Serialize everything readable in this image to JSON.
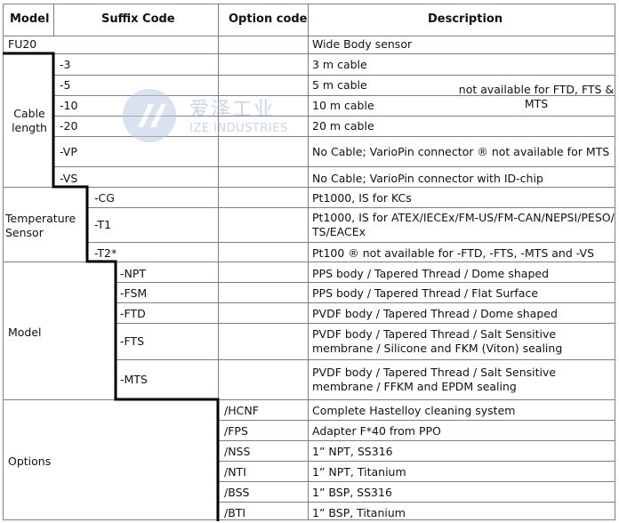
{
  "headers": {
    "model": "Model",
    "suffix": "Suffix Code",
    "option": "Option code",
    "description": "Description"
  },
  "fu20": {
    "model": "FU20",
    "description": "Wide Body sensor"
  },
  "cable": {
    "group": "Cable length",
    "codes": [
      "-3",
      "-5",
      "-10",
      "-20",
      "-VP",
      "-VS"
    ],
    "descriptions": [
      "3 m cable",
      "5 m cable",
      "10 m cable",
      "20 m cable",
      "No Cable; VarioPin connector ® not available for MTS",
      "No Cable; VarioPin connector with ID-chip"
    ],
    "note": "not available for FTD, FTS & MTS"
  },
  "temperature": {
    "group": "Temperature Sensor",
    "codes": [
      "-CG",
      "-T1",
      "-T2*"
    ],
    "descriptions": [
      "Pt1000, IS for KCs",
      "Pt1000, IS for ATEX/IECEx/FM-US/FM-CAN/NEPSI/PESO/ TS/EACEx",
      "Pt100 ® not available for -FTD, -FTS, -MTS and -VS"
    ]
  },
  "model": {
    "group": "Model",
    "codes": [
      "-NPT",
      "-FSM",
      "-FTD",
      "-FTS",
      "-MTS"
    ],
    "descriptions": [
      "PPS body / Tapered Thread / Dome shaped",
      "PPS body / Tapered Thread / Flat Surface",
      "PVDF body / Tapered Thread / Dome shaped",
      "PVDF body / Tapered Thread / Salt Sensitive membrane / Silicone and FKM (Viton) sealing",
      "PVDF body / Tapered Thread / Salt Sensitive membrane / FFKM and EPDM sealing"
    ]
  },
  "options": {
    "group": "Options",
    "codes": [
      "/HCNF",
      "/FPS",
      "/NSS",
      "/NTI",
      "/BSS",
      "/BTI"
    ],
    "descriptions": [
      "Complete Hastelloy cleaning system",
      "Adapter F*40 from PPO",
      "1” NPT, SS316",
      "1” NPT, Titanium",
      "1” BSP, SS316",
      "1” BSP, Titanium"
    ]
  },
  "watermark": {
    "cn": "爱泽工业",
    "en": "IZE INDUSTRIES"
  },
  "colors": {
    "grid": "#7f7f7f",
    "step": "#000000",
    "watermark": "#9ab3d6"
  }
}
